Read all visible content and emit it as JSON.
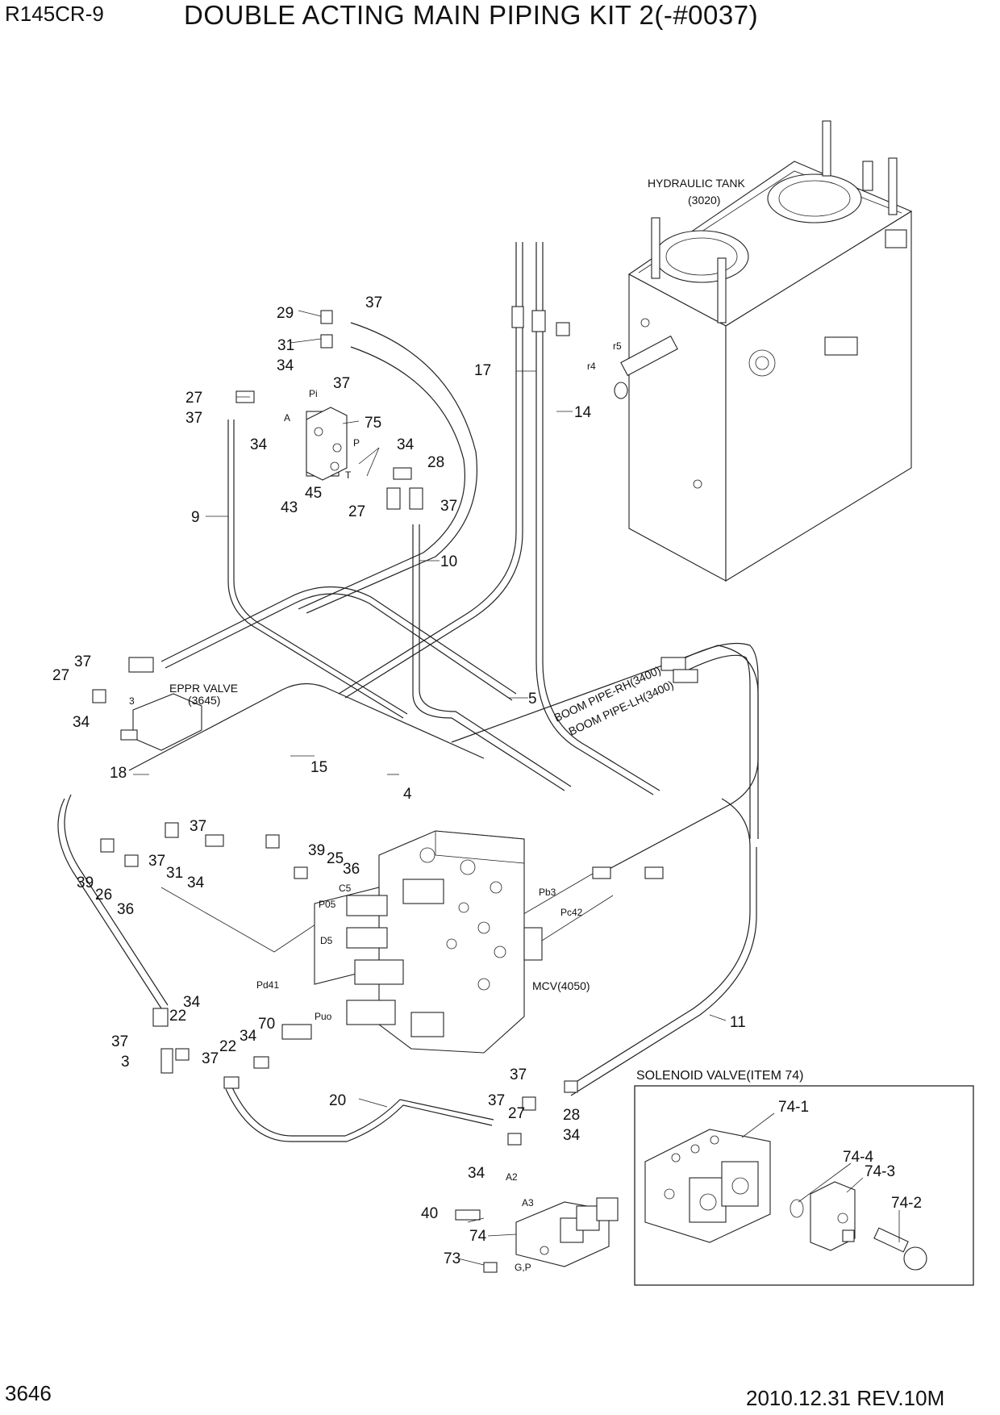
{
  "header": {
    "model": "R145CR-9",
    "title": "DOUBLE ACTING MAIN PIPING KIT 2(-#0037)"
  },
  "footer": {
    "page_number": "3646",
    "revision": "2010.12.31  REV.10M"
  },
  "components": {
    "hydraulic_tank": "HYDRAULIC TANK",
    "hydraulic_tank_code": "(3020)",
    "eppr_valve": "EPPR VALVE",
    "eppr_valve_code": "(3645)",
    "mcv": "MCV(4050)",
    "solenoid_valve_title": "SOLENOID VALVE(ITEM 74)",
    "boom_pipe_rh": "BOOM PIPE-RH(3400)",
    "boom_pipe_lh": "BOOM PIPE-LH(3400)"
  },
  "port_labels": {
    "pi": "Pi",
    "a": "A",
    "p": "P",
    "t": "T",
    "r5": "r5",
    "r4": "r4",
    "eppr_port": "3",
    "c5": "C5",
    "p05": "P05",
    "d5": "D5",
    "pd41": "Pd41",
    "puo": "Puo",
    "pb3": "Pb3",
    "pc42": "Pc42",
    "a2": "A2",
    "a3": "A3",
    "gp": "G,P"
  },
  "callouts": {
    "n29": "29",
    "n37a": "37",
    "n31a": "31",
    "n34a": "34",
    "n37b": "37",
    "n27a": "27",
    "n37c": "37",
    "n34b": "34",
    "n75": "75",
    "n34c": "34",
    "n28a": "28",
    "n45": "45",
    "n43": "43",
    "n27b": "27",
    "n37d": "37",
    "n10": "10",
    "n9": "9",
    "n17": "17",
    "n14": "14",
    "n37e": "37",
    "n27c": "27",
    "n34d": "34",
    "n5": "5",
    "n15": "15",
    "n4": "4",
    "n18": "18",
    "n37f": "37",
    "n37g": "37",
    "n31b": "31",
    "n34e": "34",
    "n39a": "39",
    "n26": "26",
    "n36a": "36",
    "n39b": "39",
    "n25": "25",
    "n36b": "36",
    "n34f": "34",
    "n22a": "22",
    "n37h": "37",
    "n3": "3",
    "n34g": "34",
    "n70": "70",
    "n37i": "37",
    "n22b": "22",
    "n11": "11",
    "n20": "20",
    "n37j": "37",
    "n37k": "37",
    "n27d": "27",
    "n28b": "28",
    "n34h": "34",
    "n34i": "34",
    "n40": "40",
    "n74": "74",
    "n73": "73",
    "n74_1": "74-1",
    "n74_4": "74-4",
    "n74_3": "74-3",
    "n74_2": "74-2"
  }
}
